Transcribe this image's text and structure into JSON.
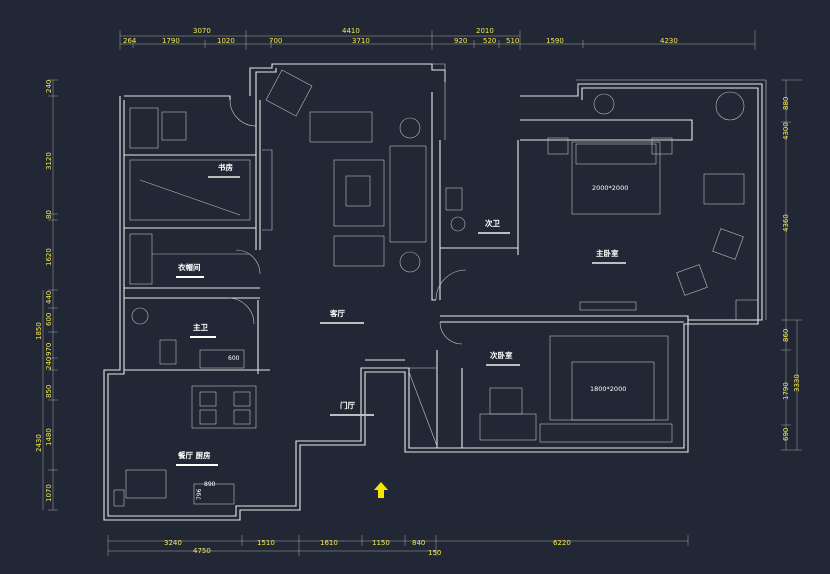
{
  "drawing": {
    "top_dims_row1": [
      "3070",
      "4410",
      "2010"
    ],
    "top_dims_row2": [
      "264",
      "1790",
      "1020",
      "700",
      "3710",
      "920",
      "520",
      "510",
      "1590",
      "4230"
    ],
    "bottom_dims_row1": [
      "3240",
      "1510",
      "1610",
      "1150",
      "840",
      "6220"
    ],
    "bottom_dims_row2": [
      "4750",
      "150"
    ],
    "left_dims": [
      "240",
      "3120",
      "80",
      "1620",
      "440",
      "600",
      "1850",
      "970",
      "240",
      "850",
      "2430",
      "1480",
      "1070"
    ],
    "right_dims": [
      "880",
      "4300",
      "4360",
      "860",
      "3330",
      "1790",
      "690"
    ],
    "rooms": {
      "study": "书房",
      "cloakroom": "衣帽间",
      "master_bath": "主卫",
      "living": "客厅",
      "entry": "门厅",
      "dining_kitchen": "餐厅 厨房",
      "guest_bath": "次卫",
      "master_bedroom": "主卧室",
      "second_bedroom": "次卧室"
    },
    "labels": {
      "bed_master": "2000*2000",
      "bed_second": "1800*2000",
      "fixture_600": "600",
      "fixture_796": "796",
      "fixture_890": "890"
    },
    "colors": {
      "background": "#212734",
      "walls": "#e8e8e8",
      "dimensions": "#f2ea52",
      "entry_arrow": "#f5e600"
    }
  }
}
